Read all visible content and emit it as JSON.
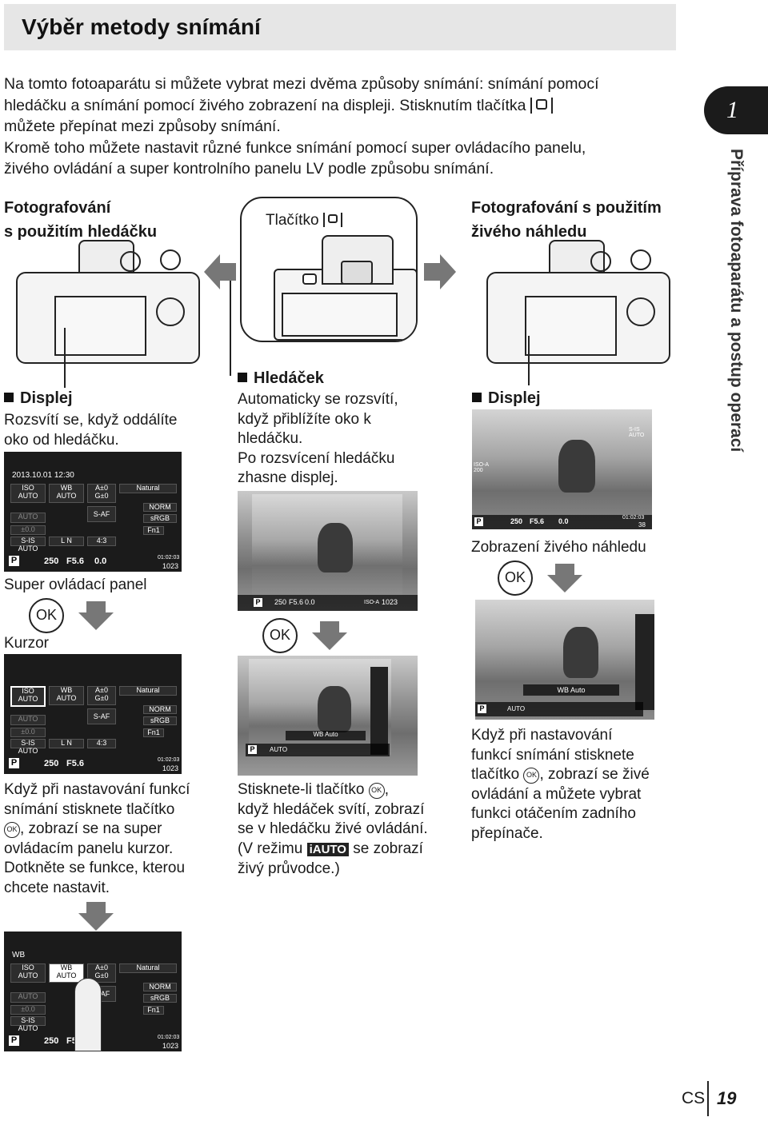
{
  "title": "Výběr metody snímání",
  "intro": {
    "line1": "Na tomto fotoaparátu si můžete vybrat mezi dvěma způsoby snímání: snímání pomocí",
    "line2": "hledáčku a snímání pomocí živého zobrazení na displeji. Stisknutím tlačítka",
    "line3": "můžete přepínat mezi způsoby snímání.",
    "line4": "Kromě toho můžete nastavit různé funkce snímání pomocí super ovládacího panelu,",
    "line5": "živého ovládání a super kontrolního panelu LV podle způsobu snímání."
  },
  "side_tab": {
    "number": "1",
    "label": "Příprava fotoaparátu a postup operací"
  },
  "left": {
    "heading1": "Fotografování",
    "heading2": "s použitím hledáčku",
    "display_title": "Displej",
    "display_desc1": "Rozsvítí se, když oddálíte",
    "display_desc2": "oko od hledáčku.",
    "panel_caption": "Super ovládací panel",
    "kurzor_label": "Kurzor",
    "para1": "Když při nastavování funkcí",
    "para2": "snímání stisknete tlačítko",
    "para3": ", zobrazí se na super",
    "para4": "ovládacím panelu kurzor.",
    "para5": "Dotkněte se funkce, kterou",
    "para6": "chcete nastavit."
  },
  "center": {
    "button_label": "Tlačítko",
    "vf_title": "Hledáček",
    "vf1": "Automaticky se rozsvítí,",
    "vf2": "když přiblížíte oko k",
    "vf3": "hledáčku.",
    "vf4": "Po rozsvícení hledáčku",
    "vf5": "zhasne displej.",
    "para1": "Stisknete-li tlačítko",
    "para1b": ",",
    "para2": "když hledáček svítí, zobrazí",
    "para3": "se v hledáčku živé ovládání.",
    "para4a": "(V režimu",
    "para4_badge": "iAUTO",
    "para4b": "se zobrazí",
    "para5": "živý průvodce.)"
  },
  "right": {
    "heading1": "Fotografování s použitím",
    "heading2": "živého náhledu",
    "display_title": "Displej",
    "lv_caption": "Zobrazení živého náhledu",
    "para1": "Když při nastavování",
    "para2": "funkcí snímání stisknete",
    "para3a": "tlačítko",
    "para3b": ", zobrazí se živé",
    "para4": "ovládání a můžete vybrat",
    "para5": "funkci otáčením zadního",
    "para6": "přepínače."
  },
  "ok_label": "OK",
  "panel": {
    "datetime": "2013.10.01 12:30",
    "iso": "ISO",
    "iso_val": "AUTO",
    "wb": "WB",
    "wb_val": "AUTO",
    "a": "A±0",
    "g": "G±0",
    "natural": "Natural",
    "saf": "S-AF",
    "norm": "NORM",
    "srgb": "sRGB",
    "flash": "AUTO",
    "flash_comp": "±0.0",
    "sis": "S-IS AUTO",
    "ln": "L N",
    "ratio": "4:3",
    "fn1": "Fn1",
    "mode": "P",
    "shutter": "250",
    "aperture": "F5.6",
    "ev": "0.0",
    "time": "01:02:03",
    "shots": "1023",
    "wb_header": "WB"
  },
  "live": {
    "mode": "P",
    "shutter": "250",
    "aperture": "F5.6",
    "ev": "0.0",
    "time": "01:02:03",
    "shots": "38",
    "wb_auto": "WB Auto",
    "auto": "AUTO",
    "iso_small": "ISO-A",
    "iso_val": "200",
    "shots_vf": "1023",
    "sis": "S-IS AUTO"
  },
  "footer": {
    "lang": "CS",
    "page": "19"
  }
}
